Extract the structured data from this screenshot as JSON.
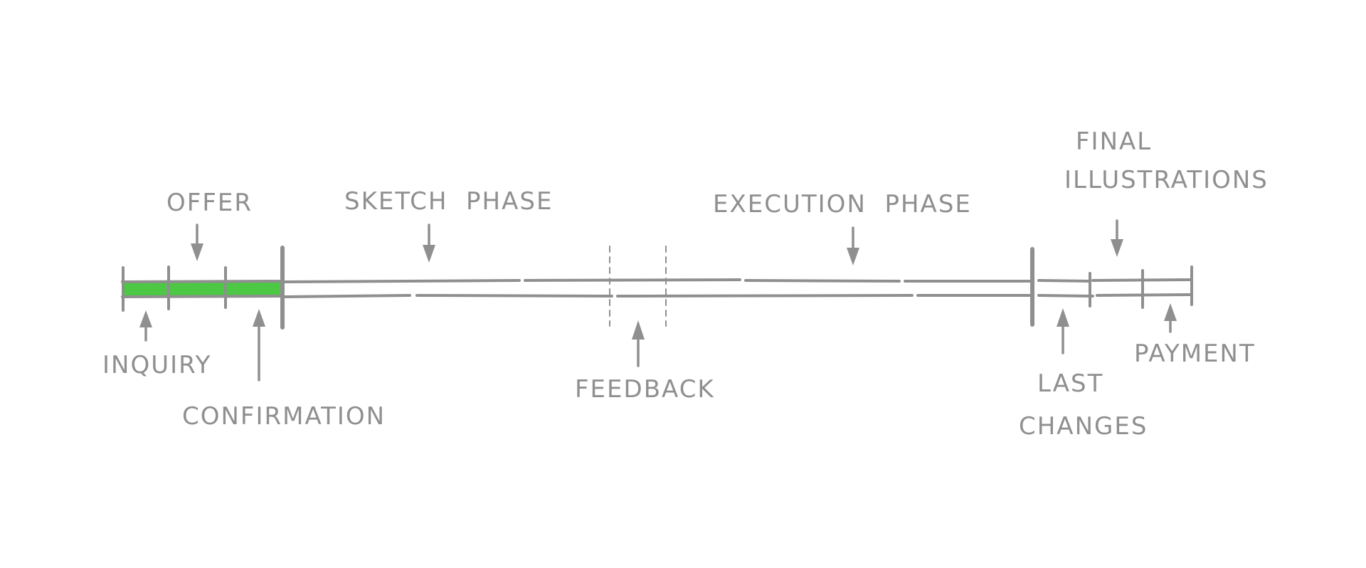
{
  "colors": {
    "ink": "#8f8f8f",
    "progress": "#4cc845",
    "background": "#ffffff"
  },
  "progress_fraction": 0.15,
  "labels": {
    "offer": "OFFER",
    "sketch_phase": "SKETCH  PHASE",
    "execution_phase": "EXECUTION  PHASE",
    "final_line1": "FINAL",
    "final_line2": "ILLUSTRATIONS",
    "inquiry": "INQUIRY",
    "confirmation": "CONFIRMATION",
    "feedback": "FEEDBACK",
    "last_line1": "LAST",
    "last_line2": "CHANGES",
    "payment": "PAYMENT"
  }
}
